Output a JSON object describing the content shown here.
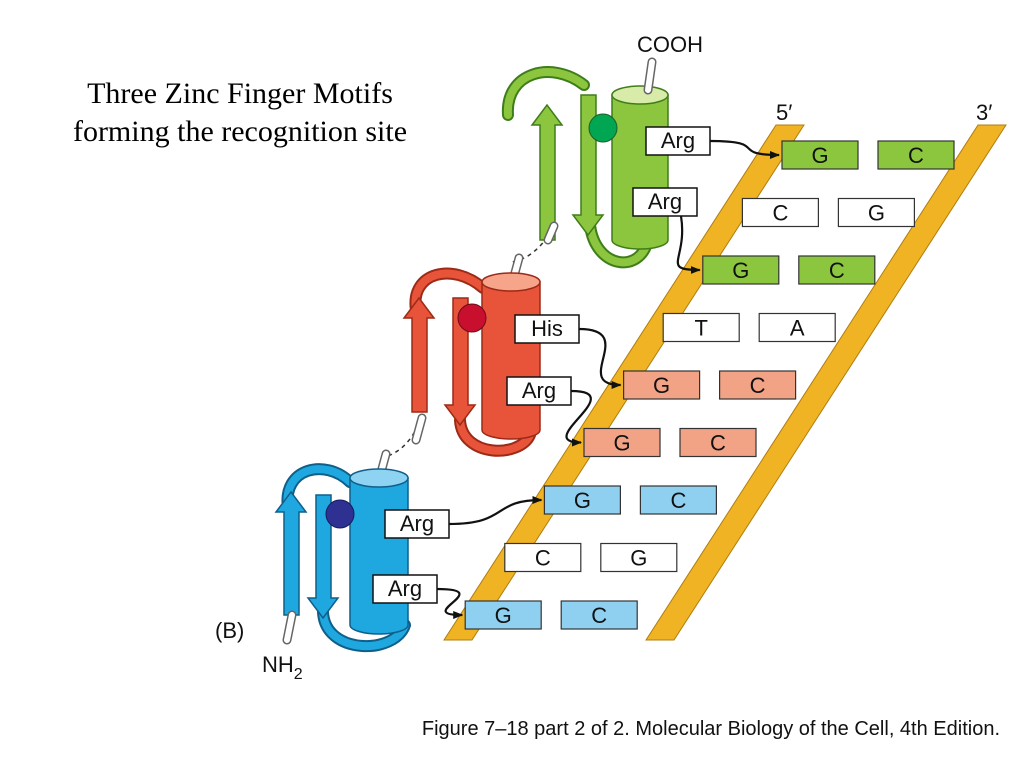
{
  "title": {
    "line1": "Three Zinc Finger Motifs",
    "line2": "forming the recognition site"
  },
  "caption": "Figure 7–18 part 2 of 2. Molecular Biology of the Cell, 4th Edition.",
  "panel_label": "(B)",
  "termini": {
    "c": "COOH",
    "n": "NH2",
    "n_base": "NH",
    "n_sub": "2"
  },
  "strands": {
    "five_prime": "5′",
    "three_prime": "3′"
  },
  "colors": {
    "finger_top": "#8cc63f",
    "finger_top_light": "#d8eba8",
    "finger_mid": "#e8543a",
    "finger_mid_light": "#f6a48a",
    "finger_bottom": "#1fa8e0",
    "finger_bottom_light": "#8fd3f3",
    "zinc_top": "#00a651",
    "zinc_mid": "#c8102e",
    "zinc_bottom": "#2e3192",
    "backbone": "#f0b323",
    "base_green": "#8cc63f",
    "base_salmon": "#f2a385",
    "base_blue": "#8fd0f0"
  },
  "base_pairs": [
    {
      "left": "G",
      "right": "C",
      "color": "green"
    },
    {
      "left": "C",
      "right": "G",
      "color": "white"
    },
    {
      "left": "G",
      "right": "C",
      "color": "green"
    },
    {
      "left": "T",
      "right": "A",
      "color": "white"
    },
    {
      "left": "G",
      "right": "C",
      "color": "salmon"
    },
    {
      "left": "G",
      "right": "C",
      "color": "salmon"
    },
    {
      "left": "G",
      "right": "C",
      "color": "blue"
    },
    {
      "left": "C",
      "right": "G",
      "color": "white"
    },
    {
      "left": "G",
      "right": "C",
      "color": "blue"
    }
  ],
  "residues": [
    {
      "label": "Arg",
      "finger": "top",
      "target_pair": 1
    },
    {
      "label": "Arg",
      "finger": "top",
      "target_pair": 3
    },
    {
      "label": "His",
      "finger": "middle",
      "target_pair": 5
    },
    {
      "label": "Arg",
      "finger": "middle",
      "target_pair": 6
    },
    {
      "label": "Arg",
      "finger": "bottom",
      "target_pair": 7
    },
    {
      "label": "Arg",
      "finger": "bottom",
      "target_pair": 9
    }
  ]
}
